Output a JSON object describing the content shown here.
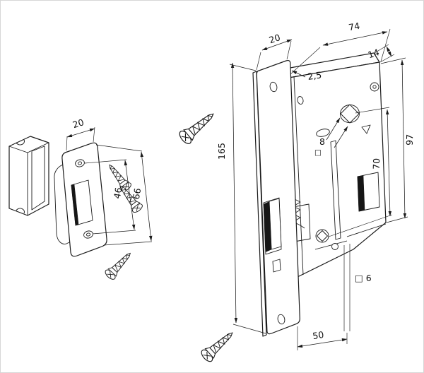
{
  "drawing": {
    "subject": "mortise latch lock exploded technical drawing with strike plate, dust box and fixing screws",
    "background": "#ffffff",
    "line_color": "#1b1b1b"
  },
  "dims": {
    "body_width": "74",
    "plate_width": "20",
    "case_top": "14",
    "faceplate_thickness": "2,5",
    "faceplate_length": "165",
    "case_height": "97",
    "follower_spacing": "70",
    "spindle_num": "8",
    "spindle_square": "□",
    "bottom_square": "□ 6",
    "backset": "50",
    "strike_width": "20",
    "strike_holes": "46",
    "strike_length": "66"
  }
}
